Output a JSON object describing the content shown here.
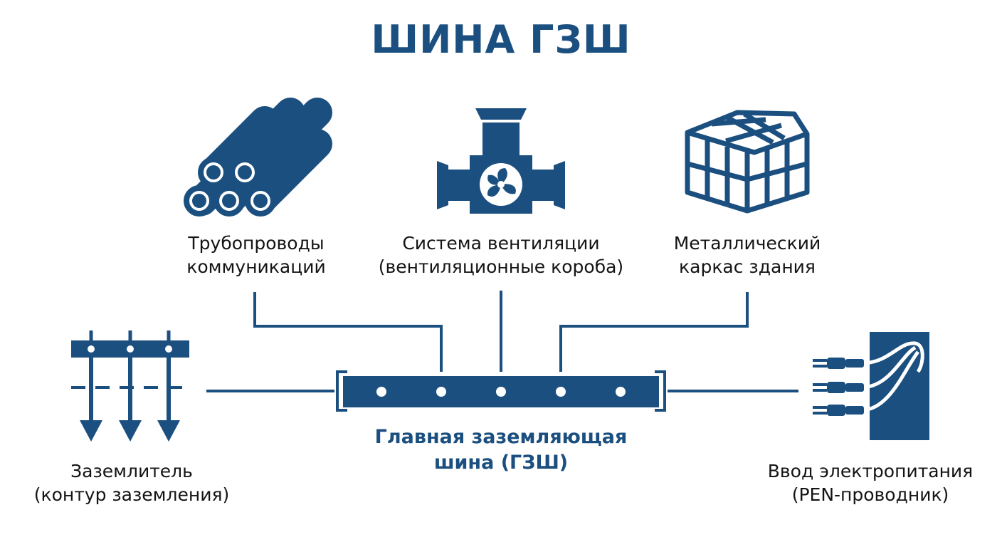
{
  "title": "ШИНА ГЗШ",
  "colors": {
    "primary": "#1b4f7f",
    "text": "#141414",
    "background": "#ffffff"
  },
  "bus": {
    "icon": "busbar-icon",
    "label_line1": "Главная заземляющая",
    "label_line2": "шина (ГЗШ)"
  },
  "pipelines": {
    "icon": "pipes-icon",
    "label_line1": "Трубопроводы",
    "label_line2": "коммуникаций"
  },
  "ventilation": {
    "icon": "ventilation-fan-icon",
    "label_line1": "Система вентиляции",
    "label_line2": "(вентиляционные короба)"
  },
  "frame": {
    "icon": "building-frame-icon",
    "label_line1": "Металлический",
    "label_line2": "каркас здания"
  },
  "grounding": {
    "icon": "ground-electrode-icon",
    "label_line1": "Заземлитель",
    "label_line2": "(контур заземления)"
  },
  "power_input": {
    "icon": "power-input-icon",
    "label_line1": "Ввод электропитания",
    "label_line2": "(PEN-проводник)"
  }
}
